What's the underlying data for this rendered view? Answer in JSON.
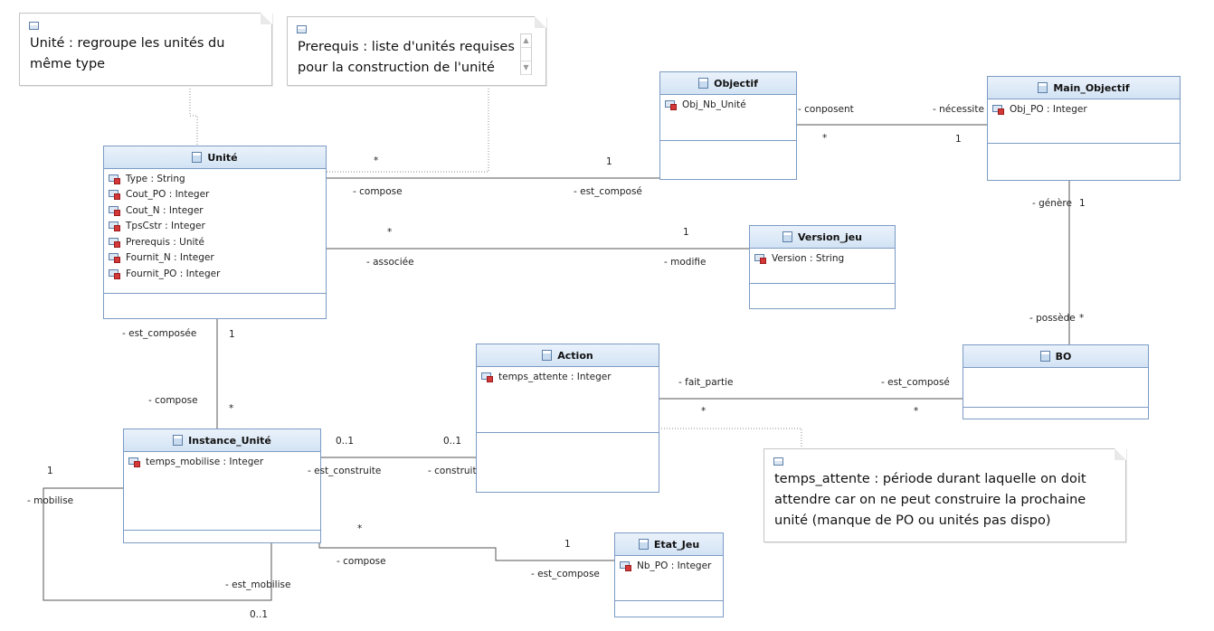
{
  "notes": {
    "unite": "Unité : regroupe les unités du même type",
    "prerequis": "Prerequis : liste d'unités requises pour la construction de l'unité",
    "temps": "temps_attente : période durant laquelle on doit attendre car on ne peut construire la prochaine unité (manque de PO ou unités pas dispo)"
  },
  "classes": {
    "unite": {
      "name": "Unité",
      "attrs": [
        "Type : String",
        "Cout_PO : Integer",
        "Cout_N : Integer",
        "TpsCstr : Integer",
        "Prerequis : Unité",
        "Fournit_N : Integer",
        "Fournit_PO : Integer"
      ]
    },
    "objectif": {
      "name": "Objectif",
      "attrs": [
        "Obj_Nb_Unité"
      ]
    },
    "main_objectif": {
      "name": "Main_Objectif",
      "attrs": [
        "Obj_PO : Integer"
      ]
    },
    "version_jeu": {
      "name": "Version_jeu",
      "attrs": [
        "Version : String"
      ]
    },
    "action": {
      "name": "Action",
      "attrs": [
        "temps_attente : Integer"
      ]
    },
    "bo": {
      "name": "BO",
      "attrs": []
    },
    "instance_unite": {
      "name": "Instance_Unité",
      "attrs": [
        "temps_mobilise : Integer"
      ]
    },
    "etat_jeu": {
      "name": "Etat_Jeu",
      "attrs": [
        "Nb_PO : Integer"
      ]
    }
  },
  "labels": {
    "compose_u": "- compose",
    "est_compose_o": "- est_composé",
    "mult_u_o_star": "*",
    "mult_u_o_one": "1",
    "conposent": "- conposent",
    "necessite": "- nécessite",
    "mult_o_star": "*",
    "mult_mo_one": "1",
    "associee": "- associée",
    "modifie": "- modifie",
    "mult_u_v_star": "*",
    "mult_v_one": "1",
    "genere": "- génère",
    "mult_gen_one": "1",
    "possede": "- possède",
    "mult_pos_star": "*",
    "est_composee": "- est_composée",
    "mult_u_one": "1",
    "compose_i": "- compose",
    "mult_i_star": "*",
    "fait_partie": "- fait_partie",
    "est_compose_bo": "- est_composé",
    "mult_a_star": "*",
    "mult_bo_star": "*",
    "mult_i_01": "0..1",
    "mult_a_01": "0..1",
    "est_construite": "- est_construite",
    "construit": "- construit",
    "mult_mob_one": "1",
    "mobilise": "- mobilise",
    "est_mobilise": "- est_mobilise",
    "mult_mob_01": "0..1",
    "mult_ij_star": "*",
    "mult_ej_one": "1",
    "compose_ij": "- compose",
    "est_compose_ej": "- est_compose"
  }
}
